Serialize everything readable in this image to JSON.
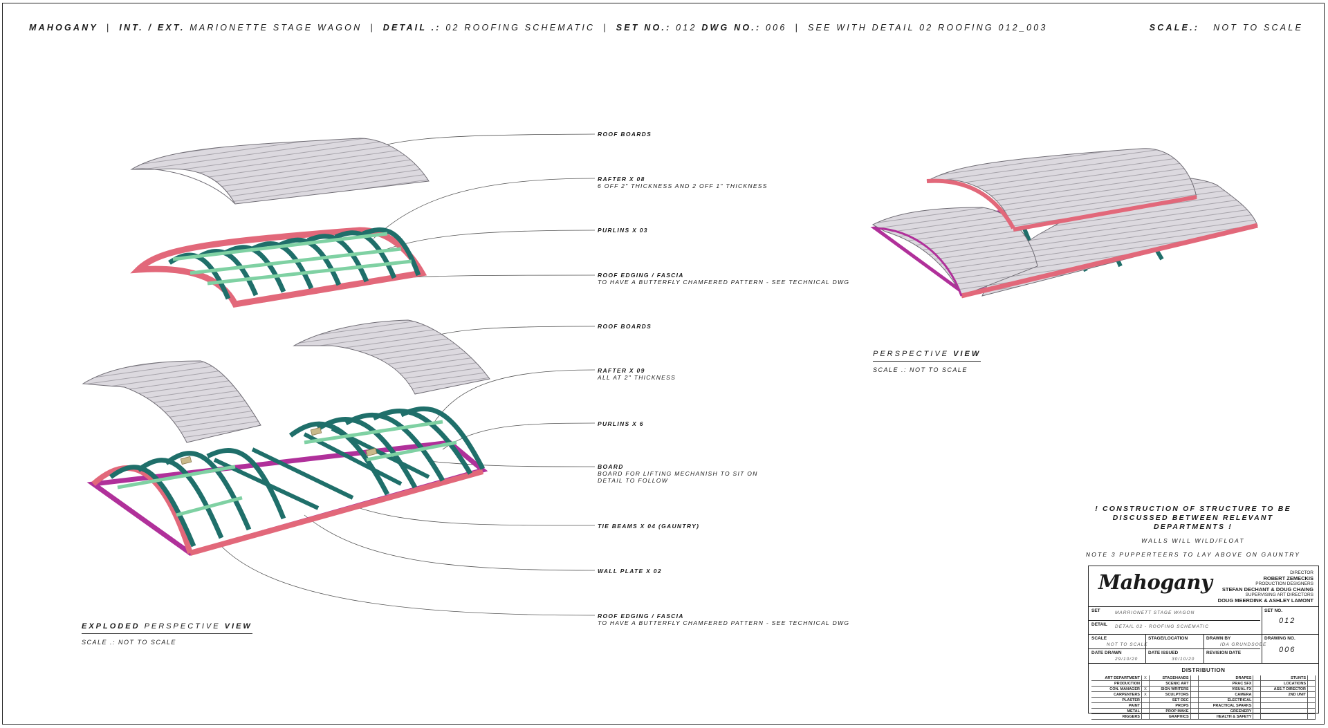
{
  "header": {
    "project": "MAHOGANY",
    "int_ext": "INT. / EXT.",
    "set_name": "MARIONETTE STAGE WAGON",
    "detail_label": "DETAIL .:",
    "detail_value": "02 ROOFING SCHEMATIC",
    "set_no_label": "SET NO.:",
    "set_no": "012",
    "dwg_no_label": "DWG NO.:",
    "dwg_no": "006",
    "see_with": "SEE WITH DETAIL 02 ROOFING 012_003",
    "scale_label": "SCALE.:",
    "scale_value": "NOT TO SCALE"
  },
  "labels": [
    {
      "title": "ROOF BOARDS",
      "sub": ""
    },
    {
      "title": "RAFTER X 08",
      "sub": "6 OFF 2\" THICKNESS AND 2 OFF 1\" THICKNESS"
    },
    {
      "title": "PURLINS X 03",
      "sub": ""
    },
    {
      "title": "ROOF EDGING / FASCIA",
      "sub": "TO HAVE A BUTTERFLY CHAMFERED PATTERN - SEE TECHNICAL DWG"
    },
    {
      "title": "ROOF BOARDS",
      "sub": ""
    },
    {
      "title": "RAFTER X 09",
      "sub": "ALL AT 2\" THICKNESS"
    },
    {
      "title": "PURLINS X 6",
      "sub": ""
    },
    {
      "title": "BOARD",
      "sub": "BOARD FOR LIFTING MECHANISH TO SIT ON",
      "sub2": "DETAIL TO FOLLOW"
    },
    {
      "title": "TIE BEAMS X 04 (GAUNTRY)",
      "sub": ""
    },
    {
      "title": "WALL PLATE X 02",
      "sub": ""
    },
    {
      "title": "ROOF EDGING / FASCIA",
      "sub": "TO HAVE A BUTTERFLY CHAMFERED PATTERN - SEE TECHNICAL DWG"
    }
  ],
  "captions": {
    "exploded_bold": "EXPLODED",
    "exploded_mid": "PERSPECTIVE",
    "view_word": "VIEW",
    "exploded_scale": "SCALE .: NOT TO SCALE",
    "perspective_word": "PERSPECTIVE",
    "perspective_scale": "SCALE .: NOT TO SCALE"
  },
  "notes": {
    "warning": "! CONSTRUCTION OF STRUCTURE TO BE DISCUSSED BETWEEN RELEVANT DEPARTMENTS !",
    "walls": "WALLS WILL WILD/FLOAT",
    "puppeteers": "NOTE 3 PUPPERTEERS TO LAY ABOVE ON GAUNTRY"
  },
  "title_block": {
    "logo": "Mahogany",
    "director_label": "DIRECTOR",
    "director": "ROBERT ZEMECKIS",
    "prod_designers_label": "PRODUCTION DESIGNERS",
    "prod_designers": "STEFAN DECHANT & DOUG CHAING",
    "sup_art_label": "SUPERVISING ART DIRECTORS",
    "sup_art": "DOUG MEERDINK & ASHLEY LAMONT",
    "set_label": "SET",
    "set_value": "MARRIONETT STAGE WAGON",
    "set_no_label": "SET NO.",
    "set_no": "012",
    "detail_label": "DETAIL",
    "detail_value": "DETAIL 02 - ROOFING SCHEMATIC",
    "scale_label": "SCALE",
    "scale_value": "NOT TO SCALE",
    "stage_label": "STAGE/LOCATION",
    "drawn_by_label": "DRAWN BY",
    "drawn_by": "IDA GRUNDSOEE",
    "drawing_no_label": "DRAWING NO.",
    "drawing_no": "006",
    "date_drawn_label": "DATE DRAWN",
    "date_drawn": "29/10/20",
    "date_issued_label": "DATE ISSUED",
    "date_issued": "30/10/20",
    "revision_label": "REVISION DATE",
    "distribution_label": "DISTRIBUTION",
    "distribution": [
      [
        "ART DEPARTMENT",
        "X",
        "STAGEHANDS",
        "",
        "DRAPES",
        "",
        "STUNTS",
        ""
      ],
      [
        "PRODUCTION",
        "",
        "SCENIC ART",
        "",
        "PRAC SFX",
        "",
        "LOCATIONS",
        ""
      ],
      [
        "CON. MANAGER",
        "X",
        "SIGN WRITERS",
        "",
        "VISUAL FX",
        "",
        "ASS.T DIRECTOR",
        ""
      ],
      [
        "CARPENTERS",
        "X",
        "SCULPTORS",
        "",
        "CAMERA",
        "",
        "2ND UNIT",
        ""
      ],
      [
        "PLASTER",
        "",
        "SET DEC",
        "",
        "ELECTRICAL",
        "",
        "",
        ""
      ],
      [
        "PAINT",
        "",
        "PROPS",
        "",
        "PRACTICAL SPARKS",
        "",
        "",
        ""
      ],
      [
        "METAL",
        "",
        "PROP MAKE",
        "",
        "GREENERY",
        "",
        "",
        ""
      ],
      [
        "RIGGERS",
        "",
        "GRAPHICS",
        "",
        "HEALTH & SAFETY",
        "",
        "",
        ""
      ]
    ]
  },
  "colors": {
    "roof": "#d9d6dc",
    "rafter": "#1f6f6a",
    "purlin": "#7fd1a3",
    "fascia": "#e2687a",
    "wallplate": "#b0309a",
    "board": "#c9b98a"
  }
}
